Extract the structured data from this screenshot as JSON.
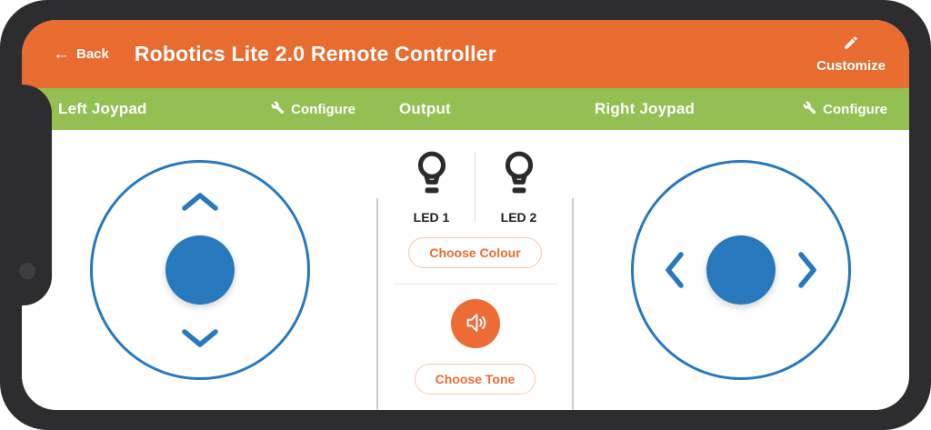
{
  "header": {
    "back_label": "Back",
    "title": "Robotics Lite 2.0 Remote Controller",
    "customize_label": "Customize"
  },
  "panels": {
    "left": {
      "title": "Left Joypad",
      "configure_label": "Configure"
    },
    "output": {
      "title": "Output",
      "leds": [
        {
          "label": "LED 1"
        },
        {
          "label": "LED 2"
        }
      ],
      "choose_colour_label": "Choose Colour",
      "choose_tone_label": "Choose Tone"
    },
    "right": {
      "title": "Right Joypad",
      "configure_label": "Configure"
    }
  },
  "icons": {
    "back_arrow": "←",
    "pencil": "pencil-icon",
    "wrench": "wrench-icon",
    "led_bulb": "lightbulb-icon",
    "speaker": "speaker-icon",
    "up_chevron": "chevron-up-icon",
    "down_chevron": "chevron-down-icon",
    "left_chevron": "chevron-left-icon",
    "right_chevron": "chevron-right-icon"
  },
  "colors": {
    "bezel_dark": "#2d2d2f",
    "camera_gray": "#3e3e40",
    "header_orange": "#e86c30",
    "bar_green": "#93bf53",
    "joypad_blue": "#2878be",
    "accent_orange": "#ed6b35",
    "accent_orange_light": "#f6c8ac"
  }
}
